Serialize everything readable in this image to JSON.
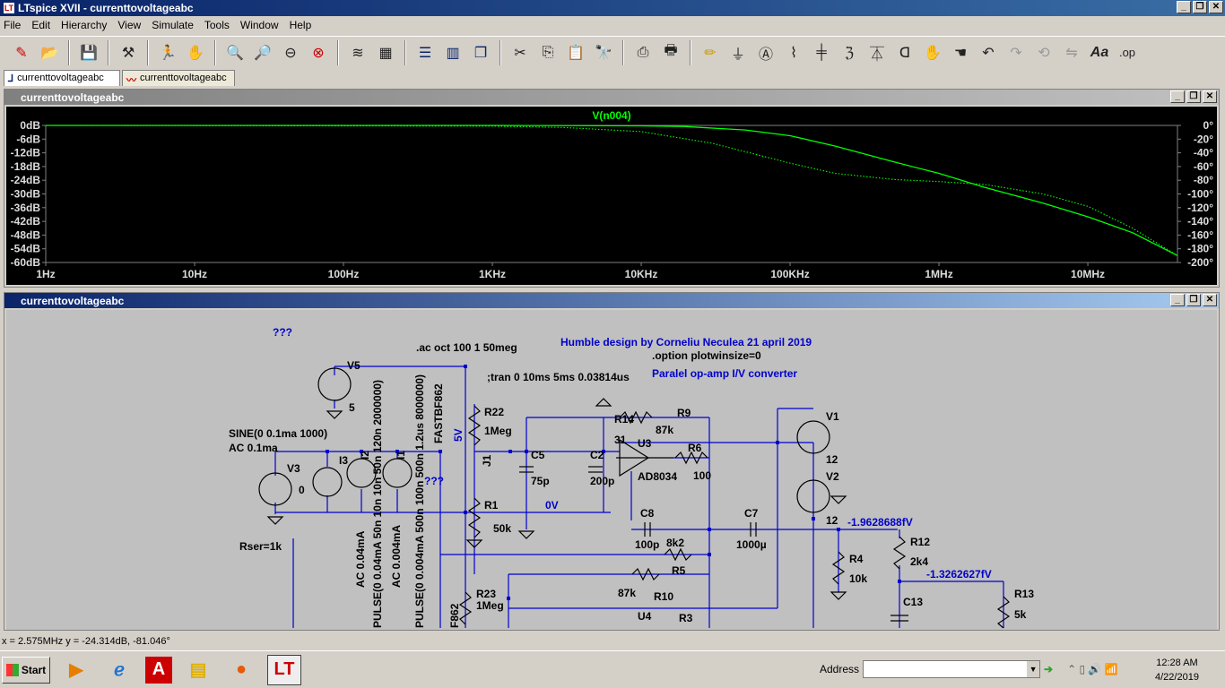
{
  "window": {
    "title": "LTspice XVII - currenttovoltageabc",
    "app_icon": "LT"
  },
  "menu": [
    "File",
    "Edit",
    "Hierarchy",
    "View",
    "Simulate",
    "Tools",
    "Window",
    "Help"
  ],
  "toolbar_icons": [
    "new-schematic-icon",
    "open-icon",
    "save-icon",
    "control-panel-icon",
    "run-icon",
    "halt-icon",
    "zoom-in-icon",
    "zoom-rect-icon",
    "zoom-out-icon",
    "zoom-cancel-icon",
    "autorange-icon",
    "grid-icon",
    "tile-horizontal-icon",
    "tile-vertical-icon",
    "cascade-icon",
    "cut-icon",
    "copy-icon",
    "paste-icon",
    "find-icon",
    "print-icon",
    "print-setup-icon",
    "draw-wire-icon",
    "ground-icon",
    "label-net-icon",
    "resistor-icon",
    "capacitor-icon",
    "inductor-icon",
    "diode-icon",
    "component-icon",
    "move-icon",
    "drag-icon",
    "undo-icon",
    "redo-icon",
    "rotate-icon",
    "mirror-icon",
    "text-icon",
    "spice-directive-icon"
  ],
  "tabs": [
    {
      "label": "currenttovoltageabc",
      "icon": "schematic-tab-icon"
    },
    {
      "label": "currenttovoltageabc",
      "icon": "waveform-tab-icon"
    }
  ],
  "plot_window": {
    "title": "currenttovoltageabc",
    "trace_label": "V(n004)",
    "trace_color": "#00ff00"
  },
  "chart_data": {
    "type": "line",
    "x_scale": "log",
    "x_ticks": [
      "1Hz",
      "10Hz",
      "100Hz",
      "1KHz",
      "10KHz",
      "100KHz",
      "1MHz",
      "10MHz"
    ],
    "y_left_ticks": [
      "0dB",
      "-6dB",
      "-12dB",
      "-18dB",
      "-24dB",
      "-30dB",
      "-36dB",
      "-42dB",
      "-48dB",
      "-54dB",
      "-60dB"
    ],
    "y_right_ticks": [
      "0°",
      "-20°",
      "-40°",
      "-60°",
      "-80°",
      "-100°",
      "-120°",
      "-140°",
      "-160°",
      "-180°",
      "-200°"
    ],
    "xlim": [
      1,
      40000000
    ],
    "ylim_db": [
      -60,
      0
    ],
    "ylim_deg": [
      -200,
      0
    ],
    "series": [
      {
        "name": "V(n004)",
        "kind": "magnitude",
        "unit": "dB",
        "x": [
          1,
          1000,
          10000,
          20000,
          50000,
          100000,
          200000,
          500000,
          1000000,
          2000000,
          5000000,
          10000000,
          20000000,
          40000000
        ],
        "y": [
          0,
          0,
          -0.2,
          -0.5,
          -2,
          -4.5,
          -9,
          -16,
          -21,
          -27,
          -34,
          -40,
          -47,
          -57
        ]
      },
      {
        "name": "V(n004)",
        "kind": "phase",
        "unit": "deg",
        "x": [
          1,
          1000,
          3000,
          10000,
          30000,
          100000,
          200000,
          500000,
          1000000,
          2000000,
          5000000,
          10000000,
          20000000,
          40000000
        ],
        "y": [
          0,
          -1,
          -3,
          -9,
          -26,
          -55,
          -70,
          -79,
          -82,
          -86,
          -100,
          -118,
          -150,
          -190
        ]
      }
    ]
  },
  "schematic_window": {
    "title": "currenttovoltageabc",
    "texts": {
      "q1": "???",
      "q2": "???",
      "ac_directive": ".ac oct 100 1 50meg",
      "tran_directive": ";tran 0 10ms 5ms 0.03814us",
      "humble": "Humble design by Corneliu Neculea 21 april 2019",
      "option": ".option plotwinsize=0",
      "paralel": "Paralel op-amp I/V converter",
      "v5": "V5",
      "v5val": "5",
      "sine": "SINE(0 0.1ma 1000)",
      "ac01": "AC 0.1ma",
      "v3": "V3",
      "v3val": "0",
      "rser": "Rser=1k",
      "i3": "I3",
      "i2": "I2",
      "i1": "I1",
      "i2pulse": "PULSE(0 0.04mA 50n 10n 10n 50n 120n 2000000)",
      "i2ac": "AC 0.04mA",
      "i1pulse": "PULSE(0 0.004mA 500n 100n 500n 1.2us 8000000)",
      "i1ac": "AC 0.004mA",
      "fastbf": "FASTBF862",
      "fivev": "5V",
      "j1": "J1",
      "r22": "R22",
      "r22val": "1Meg",
      "c5": "C5",
      "c5val": "75p",
      "c2": "C2",
      "c2val": "200p",
      "r14": "R14",
      "r14val": "31",
      "r9": "R9",
      "r9val": "87k",
      "u3": "U3",
      "u3part": "AD8034",
      "r6": "R6",
      "r6val": "100",
      "v1": "V1",
      "v1val": "12",
      "v2": "V2",
      "v2val": "12",
      "r1": "R1",
      "r1val": "50k",
      "zerov": "0V",
      "c8": "C8",
      "c8val": "100p",
      "c7": "C7",
      "c7val": "1000µ",
      "r5val": "8k2",
      "r5": "R5",
      "vneg1": "-1.9628688fV",
      "r12": "R12",
      "r12val": "2k4",
      "r4": "R4",
      "r4val": "10k",
      "vneg2": "-1.3262627fV",
      "r13": "R13",
      "r13val": "5k",
      "c13": "C13",
      "r10val": "87k",
      "r10": "R10",
      "r23": "R23",
      "r23val": "1Meg",
      "u4": "U4",
      "r3": "R3",
      "f862": "F862"
    }
  },
  "status": {
    "readout": "x = 2.575MHz   y = -24.314dB, -81.046°"
  },
  "taskbar": {
    "start": "Start",
    "apps": [
      "media-player-icon",
      "internet-explorer-icon",
      "acrobat-icon",
      "file-explorer-icon",
      "firefox-icon",
      "ltspice-icon"
    ],
    "address_label": "Address",
    "time": "12:28 AM",
    "date": "4/22/2019"
  }
}
